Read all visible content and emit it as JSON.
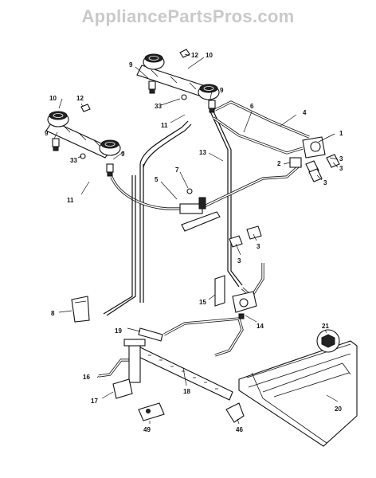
{
  "watermark": "AppliancePartsPros.com",
  "callouts": {
    "c1": "1",
    "c2": "2",
    "c3a": "3",
    "c3b": "3",
    "c3c": "3",
    "c3d": "3",
    "c3e": "3",
    "c4": "4",
    "c5": "5",
    "c6": "6",
    "c7": "7",
    "c8": "8",
    "c9a": "9",
    "c9b": "9",
    "c9c": "9",
    "c9d": "9",
    "c10a": "10",
    "c10b": "10",
    "c11a": "11",
    "c11b": "11",
    "c12a": "12",
    "c12b": "12",
    "c13": "13",
    "c14": "14",
    "c15": "15",
    "c16": "16",
    "c17": "17",
    "c18": "18",
    "c19": "19",
    "c20": "20",
    "c21": "21",
    "c33a": "33",
    "c33b": "33",
    "c46": "46",
    "c49": "49"
  }
}
